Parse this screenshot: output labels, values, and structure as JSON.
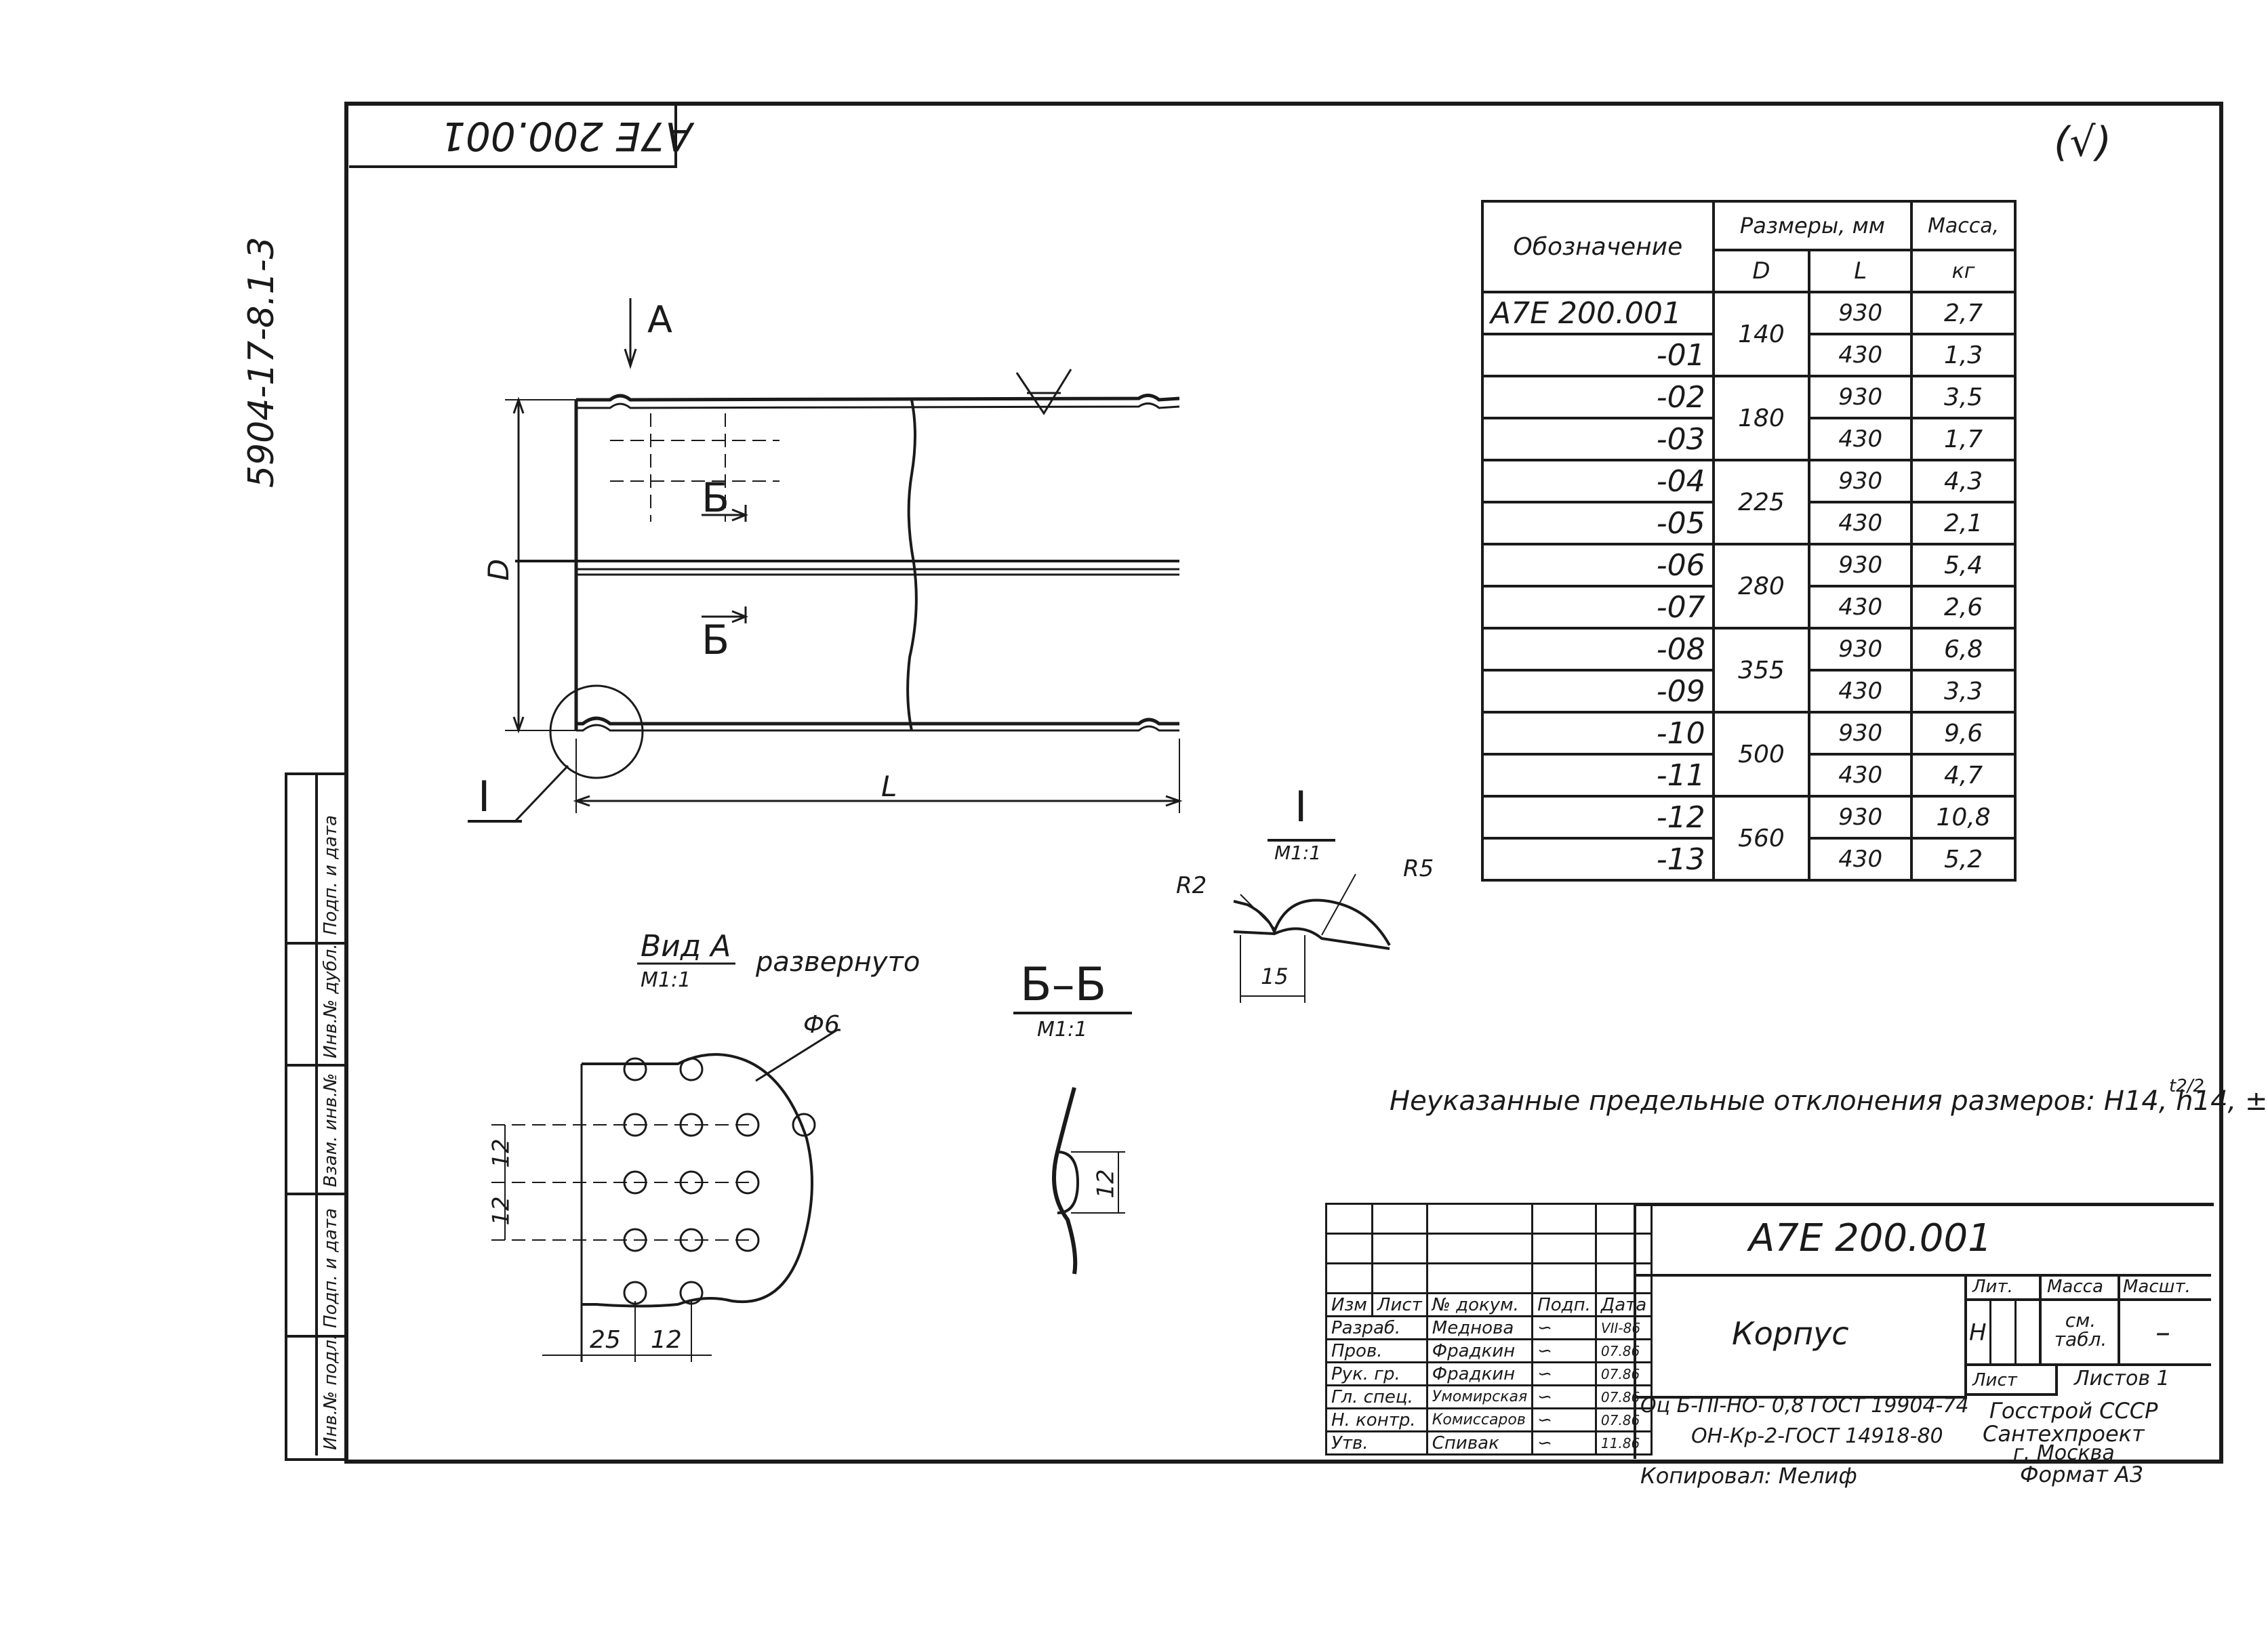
{
  "stamp_top": "A7E 200.001",
  "corner_mark": "(√)",
  "side_doc_number": "5904-17-8.1-3",
  "side_columns": [
    "Инв.№ подл.",
    "Подп. и дата",
    "Взам. инв.№",
    "Инв.№ дубл.",
    "Подп. и дата"
  ],
  "main_view": {
    "view_arrow_label": "A",
    "diameter_label": "D",
    "length_label": "L",
    "section_mark": "Б",
    "detail_mark": "I"
  },
  "view_a": {
    "title": "Вид А",
    "scale": "М1:1",
    "suffix": "развернуто",
    "hole_dia": "Ф6",
    "dim_12_a": "12",
    "dim_12_b": "12",
    "dim_25": "25",
    "dim_12_c": "12"
  },
  "section_bb": {
    "title": "Б–Б",
    "scale": "М1:1",
    "dim": "12"
  },
  "detail_i": {
    "title": "I",
    "scale": "М1:1",
    "r2": "R2",
    "r5": "R5",
    "dim": "15"
  },
  "note": "Неуказанные предельные отклонения размеров: Н14, h14, ±",
  "note_tail": "t2/2",
  "spec_table": {
    "headers": {
      "designation": "Обозначение",
      "sizes": "Размеры, мм",
      "mass": "Масса,",
      "d": "D",
      "l": "L",
      "kg": "кг"
    },
    "rows": [
      {
        "code": "А7Е 200.001",
        "d": "140",
        "l": "930",
        "m": "2,7"
      },
      {
        "code": "-01",
        "d": "",
        "l": "430",
        "m": "1,3"
      },
      {
        "code": "-02",
        "d": "180",
        "l": "930",
        "m": "3,5"
      },
      {
        "code": "-03",
        "d": "",
        "l": "430",
        "m": "1,7"
      },
      {
        "code": "-04",
        "d": "225",
        "l": "930",
        "m": "4,3"
      },
      {
        "code": "-05",
        "d": "",
        "l": "430",
        "m": "2,1"
      },
      {
        "code": "-06",
        "d": "280",
        "l": "930",
        "m": "5,4"
      },
      {
        "code": "-07",
        "d": "",
        "l": "430",
        "m": "2,6"
      },
      {
        "code": "-08",
        "d": "355",
        "l": "930",
        "m": "6,8"
      },
      {
        "code": "-09",
        "d": "",
        "l": "430",
        "m": "3,3"
      },
      {
        "code": "-10",
        "d": "500",
        "l": "930",
        "m": "9,6"
      },
      {
        "code": "-11",
        "d": "",
        "l": "430",
        "m": "4,7"
      },
      {
        "code": "-12",
        "d": "560",
        "l": "930",
        "m": "10,8"
      },
      {
        "code": "-13",
        "d": "",
        "l": "430",
        "m": "5,2"
      }
    ]
  },
  "title_block": {
    "designation": "А7Е 200.001",
    "name": "Корпус",
    "material_1": "Оц  Б-ПI-НО- 0,8 ГОСТ 19904-74",
    "material_2": "ОН-Кр-2-ГОСТ 14918-80",
    "org_1": "Госстрой СССР",
    "org_2": "Сантехпроект",
    "org_3": "г. Москва",
    "lit_label": "Лит.",
    "lit_value": "Н",
    "mass_label": "Масса",
    "mass_value": "см. табл.",
    "scale_label": "Масшт.",
    "scale_value": "–",
    "sheet_label": "Лист",
    "sheets_label": "Листов 1",
    "col_headers": [
      "Изм",
      "Лист",
      "№ докум.",
      "Подп.",
      "Дата"
    ],
    "people": [
      {
        "role": "Разраб.",
        "name": "Меднова",
        "date": "VII-86"
      },
      {
        "role": "Пров.",
        "name": "Фрадкин",
        "date": "07.86"
      },
      {
        "role": "Рук. гр.",
        "name": "Фрадкин",
        "date": "07.86"
      },
      {
        "role": "Гл. спец.",
        "name": "Умомирская",
        "date": "07.86"
      },
      {
        "role": "Н. контр.",
        "name": "Комиссаров",
        "date": "07.86"
      },
      {
        "role": "Утв.",
        "name": "Спивак",
        "date": "11.86"
      }
    ],
    "copied": "Копировал: Мелиф",
    "format": "Формат А3"
  }
}
